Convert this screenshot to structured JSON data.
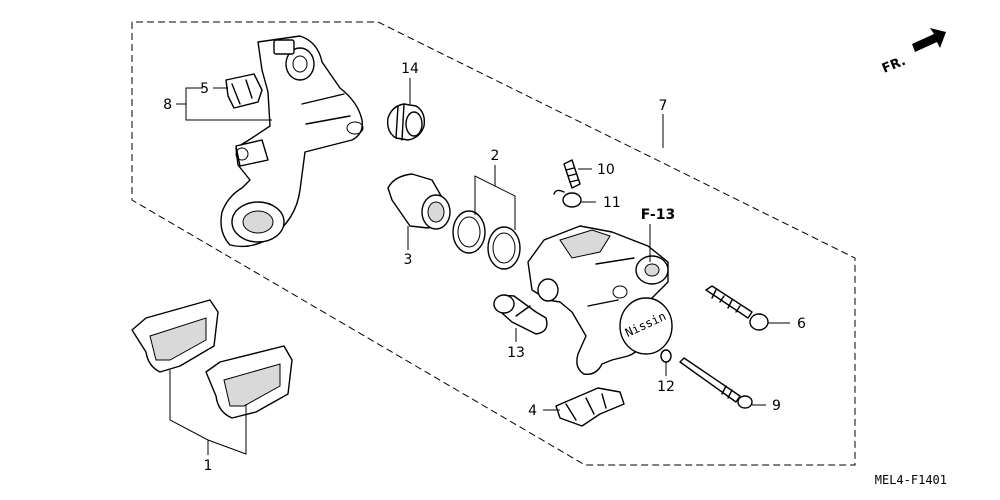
{
  "callouts": {
    "c1": "1",
    "c2": "2",
    "c3": "3",
    "c4": "4",
    "c5": "5",
    "c6": "6",
    "c7": "7",
    "c8": "8",
    "c9": "9",
    "c10": "10",
    "c11": "11",
    "c12": "12",
    "c13": "13",
    "c14": "14"
  },
  "reference": "F-13",
  "direction": {
    "label": "FR."
  },
  "caliper_marking": "Nissin",
  "drawing_code": "MEL4-F1401"
}
